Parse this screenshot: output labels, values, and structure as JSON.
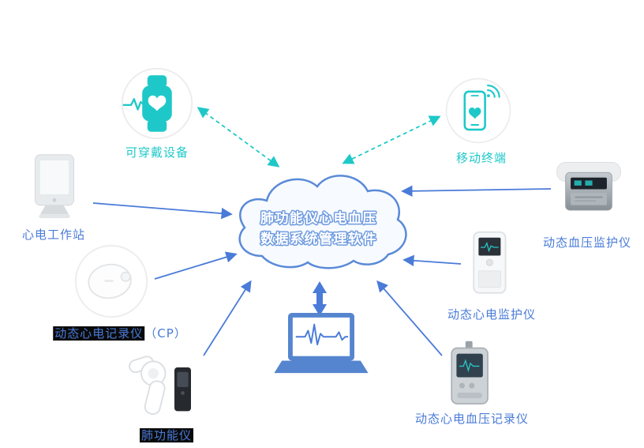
{
  "colors": {
    "accent_blue": "#4a7bd8",
    "accent_teal": "#1fc8c8",
    "cloud_border": "#5a8ad8",
    "cloud_fill": "#f7fbff",
    "highlight_label_bg": "#0a0a0a",
    "laptop_blue": "#5585cf"
  },
  "cloud": {
    "line1": "肺功能仪心电血压",
    "line2": "数据系统管理软件"
  },
  "nodes": {
    "wearable": {
      "label": "可穿戴设备",
      "icon": "smartwatch-icon"
    },
    "mobile": {
      "label": "移动终端",
      "icon": "smartphone-icon"
    },
    "ecg_workstation": {
      "label": "心电工作站",
      "icon": "ecg-workstation-image"
    },
    "holter_cp": {
      "label_main": "动态心电记录仪",
      "label_suffix": "（CP）",
      "icon": "holter-recorder-image"
    },
    "spirometer": {
      "label": "肺功能仪",
      "icon": "spirometer-image"
    },
    "bp_monitor": {
      "label": "动态血压监护仪",
      "icon": "bp-monitor-image"
    },
    "ecg_monitor": {
      "label": "动态心电监护仪",
      "icon": "ecg-monitor-image"
    },
    "ecg_bp_recorder": {
      "label": "动态心电血压记录仪",
      "icon": "ecg-bp-recorder-image"
    },
    "laptop": {
      "icon": "laptop-icon"
    }
  }
}
